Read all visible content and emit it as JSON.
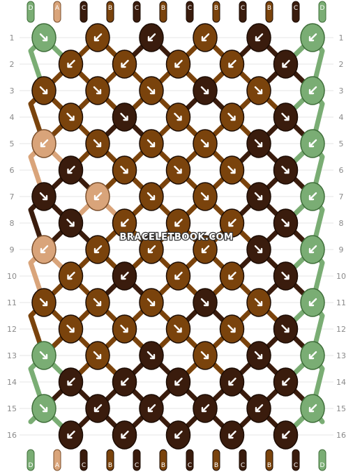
{
  "watermark": "BRACELETBOOK.COM",
  "colors": {
    "D": "#7aad74",
    "A": "#d9a47a",
    "C": "#3a1c0d",
    "B": "#7a430c"
  },
  "strands": [
    "D",
    "A",
    "C",
    "B",
    "C",
    "B",
    "C",
    "B",
    "C",
    "B",
    "C",
    "D"
  ],
  "row_numbers": [
    "1",
    "2",
    "3",
    "4",
    "5",
    "6",
    "7",
    "8",
    "9",
    "10",
    "11",
    "12",
    "13",
    "14",
    "15",
    "16"
  ],
  "knot_colors": [
    [
      "D",
      "B",
      "C",
      "B",
      "C",
      "D"
    ],
    [
      "B",
      "B",
      "B",
      "B",
      "C"
    ],
    [
      "B",
      "B",
      "B",
      "C",
      "B",
      "D"
    ],
    [
      "B",
      "C",
      "B",
      "B",
      "C"
    ],
    [
      "A",
      "B",
      "B",
      "B",
      "C",
      "D"
    ],
    [
      "C",
      "B",
      "B",
      "B",
      "C"
    ],
    [
      "C",
      "A",
      "B",
      "B",
      "C",
      "D"
    ],
    [
      "C",
      "B",
      "B",
      "B",
      "C"
    ],
    [
      "A",
      "B",
      "B",
      "B",
      "C",
      "D"
    ],
    [
      "B",
      "C",
      "B",
      "B",
      "C"
    ],
    [
      "B",
      "B",
      "B",
      "C",
      "B",
      "D"
    ],
    [
      "B",
      "B",
      "B",
      "B",
      "C"
    ],
    [
      "D",
      "B",
      "C",
      "B",
      "C",
      "D"
    ],
    [
      "C",
      "C",
      "C",
      "C",
      "C"
    ],
    [
      "D",
      "C",
      "C",
      "C",
      "C",
      "D"
    ],
    [
      "C",
      "C",
      "C",
      "C",
      "C"
    ]
  ],
  "knot_arrows": [
    [
      "se",
      "sw",
      "sw",
      "sw",
      "sw",
      "sw"
    ],
    [
      "sw",
      "sw",
      "sw",
      "sw",
      "sw"
    ],
    [
      "se",
      "se",
      "se",
      "se",
      "se",
      "sw"
    ],
    [
      "se",
      "se",
      "se",
      "se",
      "se"
    ],
    [
      "sw",
      "se",
      "se",
      "se",
      "se",
      "sw"
    ],
    [
      "sw",
      "se",
      "se",
      "se",
      "se"
    ],
    [
      "se",
      "sw",
      "se",
      "se",
      "se",
      "sw"
    ],
    [
      "se",
      "sw",
      "sw",
      "sw",
      "se"
    ],
    [
      "sw",
      "sw",
      "sw",
      "sw",
      "se",
      "sw"
    ],
    [
      "sw",
      "sw",
      "sw",
      "sw",
      "se"
    ],
    [
      "se",
      "se",
      "se",
      "se",
      "se",
      "sw"
    ],
    [
      "se",
      "se",
      "se",
      "se",
      "se"
    ],
    [
      "se",
      "se",
      "se",
      "se",
      "se",
      "sw"
    ],
    [
      "sw",
      "sw",
      "sw",
      "sw",
      "sw"
    ],
    [
      "se",
      "sw",
      "sw",
      "sw",
      "sw",
      "sw"
    ],
    [
      "sw",
      "sw",
      "sw",
      "sw",
      "sw"
    ]
  ]
}
